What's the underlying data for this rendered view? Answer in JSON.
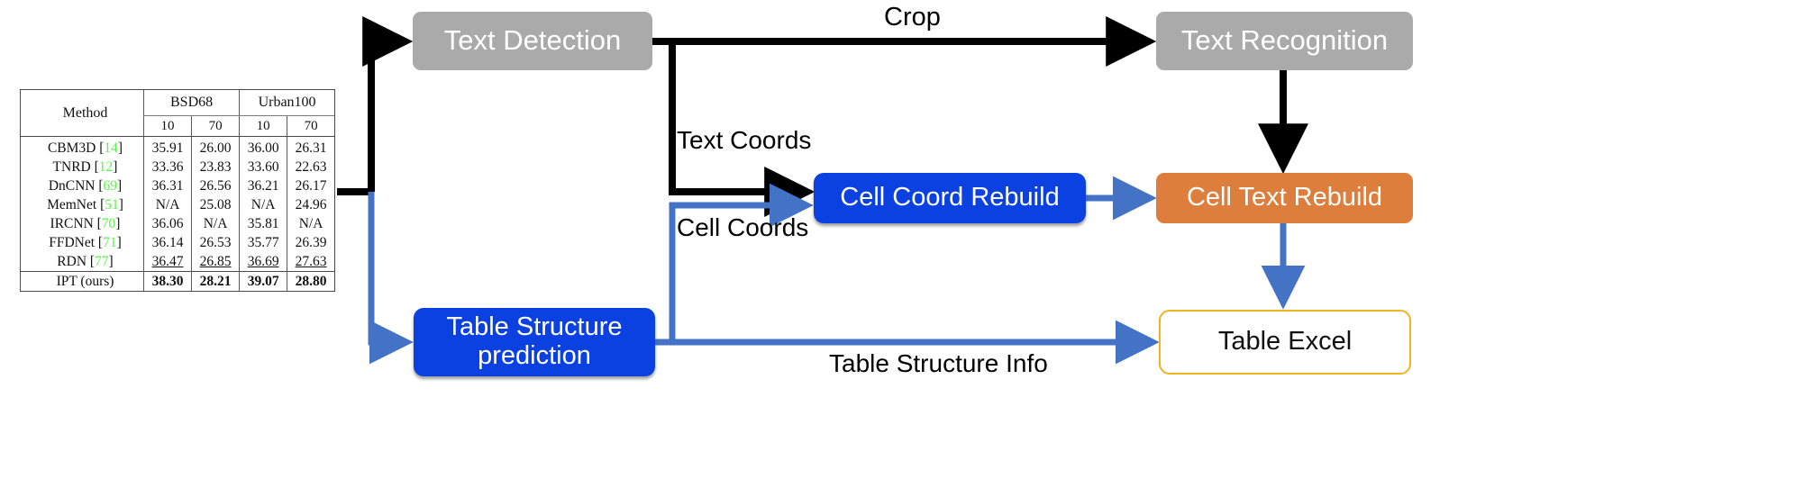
{
  "figure": {
    "title": "Table recognition pipeline",
    "colors": {
      "gray_box": "#aaaaaa",
      "blue_box": "#0b41e0",
      "orange_box": "#dd7e3c",
      "excel_border": "#f0b323",
      "black_arrow": "#000000",
      "blue_arrow": "#4472c4",
      "citation_green": "#5bf24e"
    }
  },
  "boxes": {
    "text_detection": "Text Detection",
    "text_recognition": "Text Recognition",
    "cell_coord_rebuild": "Cell Coord Rebuild",
    "cell_text_rebuild": "Cell Text Rebuild",
    "table_structure_prediction_line1": "Table Structure",
    "table_structure_prediction_line2": "prediction",
    "table_excel": "Table Excel"
  },
  "edge_labels": {
    "crop": "Crop",
    "text_coords": "Text Coords",
    "cell_coords": "Cell Coords",
    "table_structure_info": "Table Structure Info"
  },
  "chart_data": {
    "type": "table",
    "title": "",
    "group_headers": [
      {
        "label": "Method",
        "span": 1
      },
      {
        "label": "BSD68",
        "span": 2
      },
      {
        "label": "Urban100",
        "span": 2
      }
    ],
    "columns": [
      "Method",
      "10",
      "70",
      "10",
      "70"
    ],
    "rows": [
      {
        "method": "CBM3D",
        "cite": "14",
        "values": [
          "35.91",
          "26.00",
          "36.00",
          "26.31"
        ],
        "style": "normal"
      },
      {
        "method": "TNRD",
        "cite": "12",
        "values": [
          "33.36",
          "23.83",
          "33.60",
          "22.63"
        ],
        "style": "normal"
      },
      {
        "method": "DnCNN",
        "cite": "69",
        "values": [
          "36.31",
          "26.56",
          "36.21",
          "26.17"
        ],
        "style": "normal"
      },
      {
        "method": "MemNet",
        "cite": "51",
        "values": [
          "N/A",
          "25.08",
          "N/A",
          "24.96"
        ],
        "style": "normal"
      },
      {
        "method": "IRCNN",
        "cite": "70",
        "values": [
          "36.06",
          "N/A",
          "35.81",
          "N/A"
        ],
        "style": "normal"
      },
      {
        "method": "FFDNet",
        "cite": "71",
        "values": [
          "36.14",
          "26.53",
          "35.77",
          "26.39"
        ],
        "style": "normal"
      },
      {
        "method": "RDN",
        "cite": "77",
        "values": [
          "36.47",
          "26.85",
          "36.69",
          "27.63"
        ],
        "style": "underline"
      },
      {
        "method": "IPT (ours)",
        "cite": "",
        "values": [
          "38.30",
          "28.21",
          "39.07",
          "28.80"
        ],
        "style": "bold"
      }
    ]
  }
}
